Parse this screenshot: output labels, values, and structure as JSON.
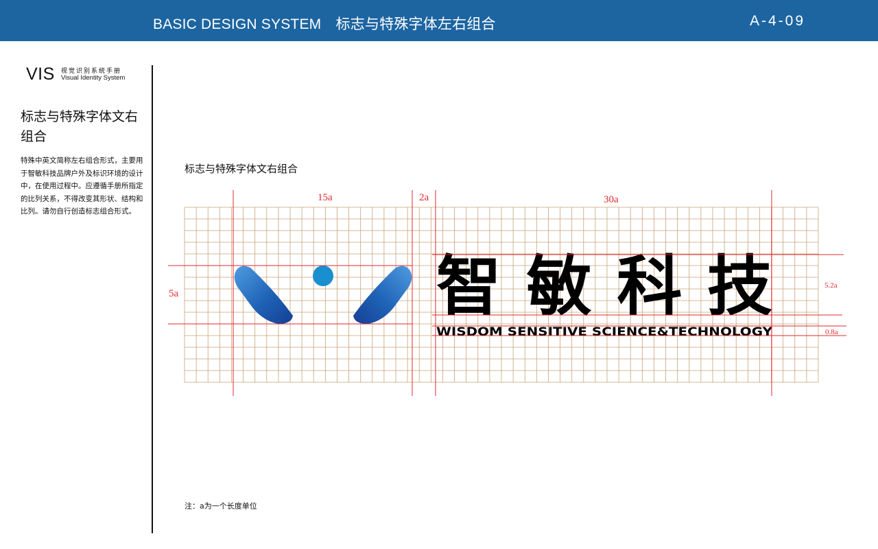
{
  "header": {
    "title": "BASIC DESIGN SYSTEM　标志与特殊字体左右组合",
    "page_code": "A-4-09",
    "bar_color": "#1d65a1"
  },
  "brand": {
    "mark": "VIS",
    "cn": "视觉识别系统手册",
    "en": "Visual Identity System"
  },
  "sidebar": {
    "title": "标志与特殊字体文右组合",
    "description": "特殊中英文简称左右组合形式，主要用于智敏科技品牌户外及标识环境的设计中，在使用过程中。应遵循手册所指定的比列关系，不得改变其形状、结构和比列。请勿自行创造标志组合形式。"
  },
  "main": {
    "section_title": "标志与特殊字体文右组合",
    "logo_cn": "智敏科技",
    "logo_en": "WISDOM SENSITIVE SCIENCE&TECHNOLOGY",
    "dimensions": {
      "logo_width": "15a",
      "gap": "2a",
      "text_width": "30a",
      "height": "5a",
      "cn_height": "5.2a",
      "en_height": "0.8a"
    },
    "note": "注：a为一个长度单位"
  },
  "colors": {
    "grid": "#c9a27a",
    "guide": "#e0282c",
    "logo_blue": "#1d5fb0",
    "logo_dot": "#1a8fd0"
  }
}
